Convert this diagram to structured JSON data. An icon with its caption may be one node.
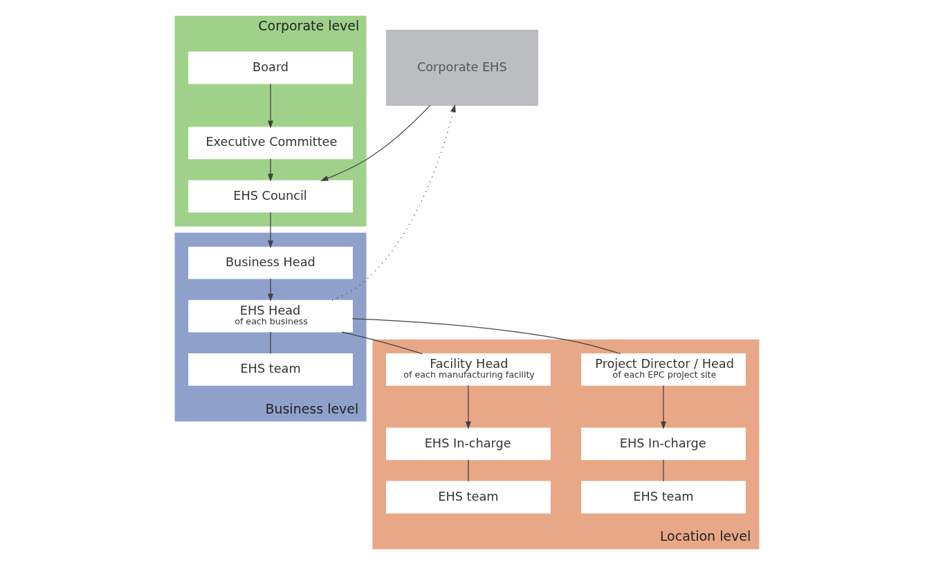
{
  "diagram": {
    "nodes": [
      {
        "text": [
          "Corporate level"
        ]
      },
      {
        "text": [
          "Board"
        ],
        "in": 0
      },
      {
        "text": [
          "Executive Committee"
        ],
        "in": 0
      },
      {
        "text": [
          "EHS Council"
        ],
        "in": 0
      },
      {
        "text": [
          "Business level"
        ]
      },
      {
        "text": [
          "Business Head"
        ],
        "in": 4
      },
      {
        "text": [
          "EHS Head",
          "of each business"
        ],
        "in": 4
      },
      {
        "text": [
          "EHS team"
        ],
        "in": 4
      },
      {
        "text": [
          "Location level"
        ]
      },
      {
        "text": [
          "Project Director / Head",
          "of each EPC project site"
        ],
        "in": 8
      },
      {
        "text": [
          "EHS In-charge"
        ],
        "in": 8
      },
      {
        "text": [
          "EHS team"
        ],
        "in": 8
      },
      {
        "text": [
          "Facility Head",
          "of each manufacturing facility"
        ],
        "in": 8
      },
      {
        "text": [
          "EHS In-charge"
        ],
        "in": 8
      },
      {
        "text": [
          "EHS team"
        ],
        "in": 8
      },
      {
        "text": [
          "Corporate EHS"
        ]
      }
    ],
    "edges": [
      {
        "from": 1,
        "to": 2,
        "arrow": "to"
      },
      {
        "from": 2,
        "to": 3,
        "arrow": "to"
      },
      {
        "from": 15,
        "to": 3,
        "arrow": "to"
      },
      {
        "from": 3,
        "to": 5,
        "arrow": "to"
      },
      {
        "from": 5,
        "to": 6,
        "arrow": "to"
      },
      {
        "from": 6,
        "to": 15,
        "arrow": "to",
        "style": "dashed"
      },
      {
        "from": 6,
        "to": 7,
        "arrow": "none"
      },
      {
        "from": 6,
        "to": 9,
        "arrow": "none"
      },
      {
        "from": 6,
        "to": 12,
        "arrow": "none"
      },
      {
        "from": 9,
        "to": 10,
        "arrow": "to"
      },
      {
        "from": 12,
        "to": 13,
        "arrow": "to"
      },
      {
        "from": 10,
        "to": 11,
        "arrow": "none"
      },
      {
        "from": 13,
        "to": 14,
        "arrow": "none"
      }
    ]
  }
}
